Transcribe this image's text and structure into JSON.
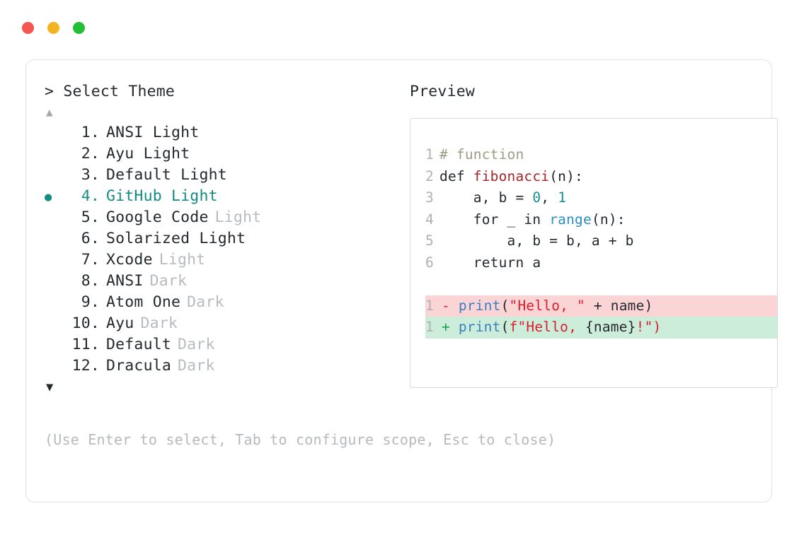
{
  "window": {
    "traffic_lights": [
      {
        "name": "close",
        "color": "#f4554e"
      },
      {
        "name": "minimize",
        "color": "#f5b321"
      },
      {
        "name": "maximize",
        "color": "#23bf35"
      }
    ]
  },
  "picker": {
    "prompt_prefix": ">",
    "prompt_label": "Select Theme",
    "scroll_up_glyph": "▲",
    "scroll_down_glyph": "▼",
    "selected_bullet": "●",
    "selected_index": 4,
    "items": [
      {
        "index": "1.",
        "name": "ANSI Light",
        "tag": "",
        "selected": false
      },
      {
        "index": "2.",
        "name": "Ayu Light",
        "tag": "",
        "selected": false
      },
      {
        "index": "3.",
        "name": "Default Light",
        "tag": "",
        "selected": false
      },
      {
        "index": "4.",
        "name": "GitHub Light",
        "tag": "",
        "selected": true
      },
      {
        "index": "5.",
        "name": "Google Code",
        "tag": "Light",
        "selected": false
      },
      {
        "index": "6.",
        "name": "Solarized Light",
        "tag": "",
        "selected": false
      },
      {
        "index": "7.",
        "name": "Xcode",
        "tag": "Light",
        "selected": false
      },
      {
        "index": "8.",
        "name": "ANSI",
        "tag": "Dark",
        "selected": false
      },
      {
        "index": "9.",
        "name": "Atom One",
        "tag": "Dark",
        "selected": false
      },
      {
        "index": "10.",
        "name": "Ayu",
        "tag": "Dark",
        "selected": false
      },
      {
        "index": "11.",
        "name": "Default",
        "tag": "Dark",
        "selected": false
      },
      {
        "index": "12.",
        "name": "Dracula",
        "tag": "Dark",
        "selected": false
      }
    ],
    "footer_hint": "(Use Enter to select, Tab to configure scope, Esc to close)"
  },
  "preview": {
    "title": "Preview",
    "code_lines": [
      {
        "gutter": "1",
        "tokens": [
          {
            "t": "# function",
            "c": "tok-comment"
          }
        ]
      },
      {
        "gutter": "2",
        "tokens": [
          {
            "t": "def ",
            "c": "tok-keyword"
          },
          {
            "t": "fibonacci",
            "c": "tok-fn"
          },
          {
            "t": "(n):",
            "c": "tok-plain"
          }
        ]
      },
      {
        "gutter": "3",
        "tokens": [
          {
            "t": "    a, b = ",
            "c": "tok-plain"
          },
          {
            "t": "0",
            "c": "tok-number"
          },
          {
            "t": ", ",
            "c": "tok-plain"
          },
          {
            "t": "1",
            "c": "tok-number"
          }
        ]
      },
      {
        "gutter": "4",
        "tokens": [
          {
            "t": "    for _ in ",
            "c": "tok-plain"
          },
          {
            "t": "range",
            "c": "tok-builtin"
          },
          {
            "t": "(n):",
            "c": "tok-plain"
          }
        ]
      },
      {
        "gutter": "5",
        "tokens": [
          {
            "t": "        a, b = b, a + b",
            "c": "tok-plain"
          }
        ]
      },
      {
        "gutter": "6",
        "tokens": [
          {
            "t": "    return a",
            "c": "tok-plain"
          }
        ]
      }
    ],
    "diff_lines": [
      {
        "kind": "del",
        "gutter": "1",
        "marker": "-",
        "tokens": [
          {
            "t": "print",
            "c": "tok-func-call"
          },
          {
            "t": "(",
            "c": "tok-plain"
          },
          {
            "t": "\"Hello, \"",
            "c": "tok-string"
          },
          {
            "t": " + name)",
            "c": "tok-plain"
          }
        ]
      },
      {
        "kind": "add",
        "gutter": "1",
        "marker": "+",
        "tokens": [
          {
            "t": "print",
            "c": "tok-func-call"
          },
          {
            "t": "(",
            "c": "tok-plain"
          },
          {
            "t": "f\"Hello, ",
            "c": "tok-string"
          },
          {
            "t": "{name}",
            "c": "tok-plain"
          },
          {
            "t": "!\")",
            "c": "tok-string"
          }
        ]
      }
    ]
  }
}
